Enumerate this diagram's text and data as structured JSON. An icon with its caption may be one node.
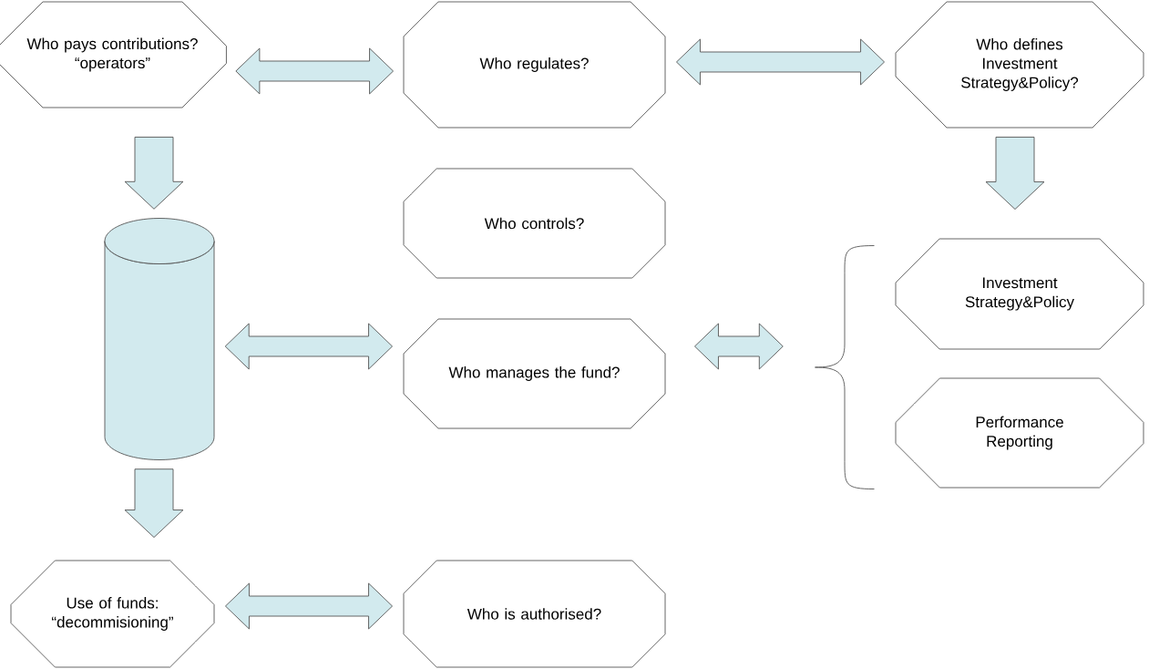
{
  "diagram": {
    "nodes": [
      {
        "text": [
          "Who pays contributions? “operators”"
        ]
      },
      {
        "text": [
          "Who regulates?"
        ]
      },
      {
        "text": [
          "Who defines Investment Strategy&Policy?"
        ]
      },
      {
        "text": [
          "Who controls?"
        ]
      },
      {
        "text": [],
        "shape": "cylinder"
      },
      {
        "text": [
          "Who manages the fund?"
        ]
      },
      {
        "text": [],
        "shape": "brace"
      },
      {
        "text": [
          "Investment Strategy&Policy"
        ]
      },
      {
        "text": [
          "Performance Reporting"
        ]
      },
      {
        "text": [
          "Use of funds: “decommisioning”"
        ]
      },
      {
        "text": [
          "Who is authorised?"
        ]
      }
    ],
    "edges": [
      {
        "from": 0,
        "to": 1,
        "arrow": "both"
      },
      {
        "from": 1,
        "to": 2,
        "arrow": "both"
      },
      {
        "from": 0,
        "to": 4,
        "arrow": "to"
      },
      {
        "from": 2,
        "to": 7,
        "arrow": "to"
      },
      {
        "from": 4,
        "to": 5,
        "arrow": "both"
      },
      {
        "from": 5,
        "to": 6,
        "arrow": "both"
      },
      {
        "from": 4,
        "to": 9,
        "arrow": "to"
      },
      {
        "from": 9,
        "to": 10,
        "arrow": "both"
      }
    ]
  }
}
